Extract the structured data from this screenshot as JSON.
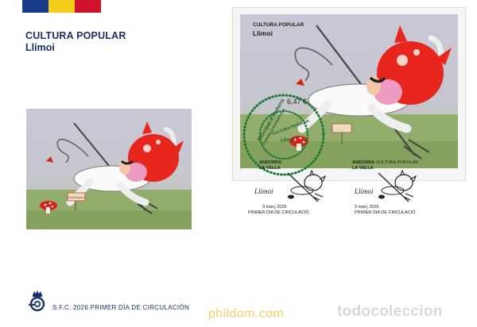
{
  "flag_colors": [
    "#1a3b8c",
    "#f4cc1a",
    "#cf142b"
  ],
  "header": {
    "title": "CULTURA POPULAR",
    "subtitle": "Llimoi"
  },
  "stamp": {
    "sheet_title": "CULTURA POPULAR",
    "sheet_subtitle": "Llimoi",
    "value": "6,47 €",
    "sign_text": "Llimoi Aramunt"
  },
  "cancellation_circle": {
    "line1": "Principat d'Andorra",
    "line2": "CORREUS ESPANYOLS",
    "line3": "CULTURA POPULAR",
    "line4": "Llimoi"
  },
  "postmarks": [
    {
      "place_line1": "ANDORRA",
      "place_line2": "LA VELLA",
      "name": "Llimoi",
      "date": "3 març 2026",
      "caption": "PRIMER DIA DE CIRCULACIÓ"
    },
    {
      "place_line1": "ANDORRA",
      "place_line2": "LA VELLA",
      "header": "CULTURA POPULAR",
      "name": "Llimoi",
      "date": "3 març 2026",
      "caption": "PRIMER DIA DE CIRCULACIÓ"
    }
  ],
  "footer": {
    "text": "S.F.C. 2026  PRIMER DÍA DE CIRCULACIÓN",
    "logo_icon": "posthorn-crown-icon"
  },
  "watermarks": {
    "left": "phildom.com",
    "right": "todocoleccion"
  }
}
